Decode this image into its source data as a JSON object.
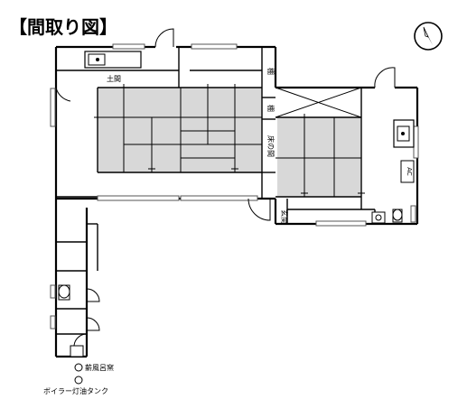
{
  "title": "【間取り図】",
  "rooms": {
    "doma": "土間",
    "tana1": "棚",
    "tana2": "棚",
    "tokonoma": "床の間",
    "genkan": "玄関"
  },
  "fixtures": {
    "ac": "AC",
    "bath": "薪風呂窯",
    "boiler": "ボイラー灯油タンク"
  },
  "icons": {
    "compass": "compass-icon"
  },
  "colors": {
    "tatami": "#d8d8d8",
    "wall": "#000000",
    "window": "#9a9a9a"
  }
}
